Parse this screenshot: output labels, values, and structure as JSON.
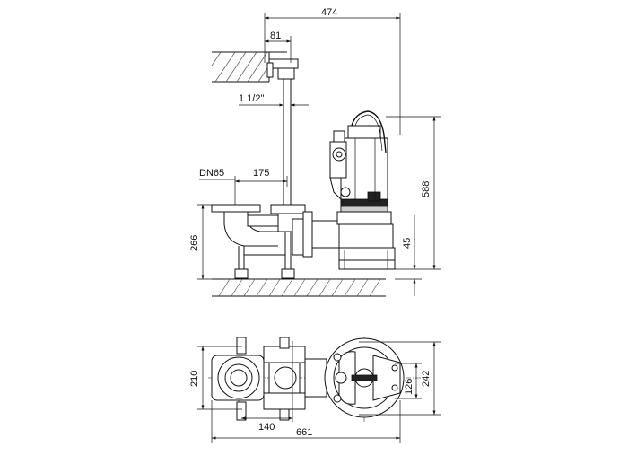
{
  "dimensions": {
    "overall_width_top": "474",
    "wall_offset": "81",
    "guide_pipe": "1 1/2\"",
    "outlet_size": "DN65",
    "outlet_offset": "175",
    "total_height": "588",
    "outlet_height": "266",
    "base_clearance": "45",
    "plan_width": "210",
    "plan_flange_spacing": "140",
    "plan_pump_width": "242",
    "plan_pump_inner": "126",
    "overall_length": "661"
  }
}
